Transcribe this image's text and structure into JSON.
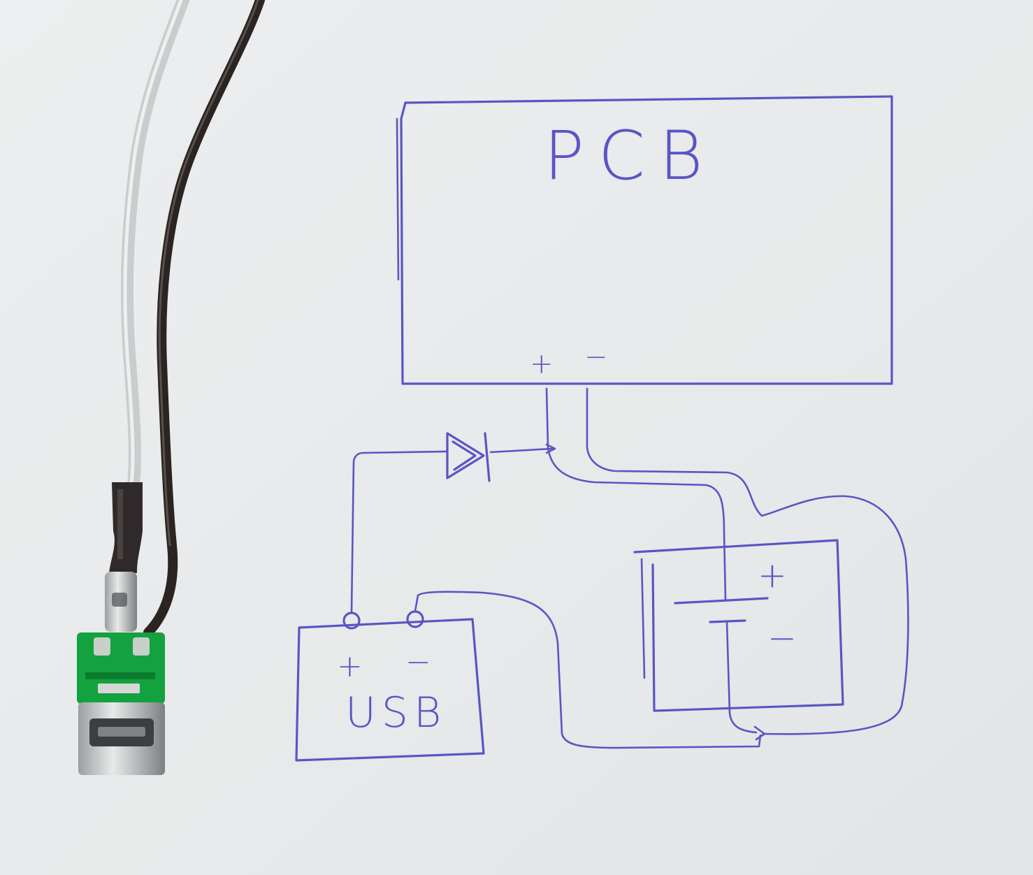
{
  "paper_color": "#e9ebec",
  "ink_color": "#5a55c4",
  "diagram": {
    "pcb": {
      "label": "PCB",
      "plus": "+",
      "minus": "−"
    },
    "usb": {
      "label": "USB",
      "plus": "+",
      "minus": "−"
    },
    "battery": {
      "plus": "+",
      "minus": "−"
    },
    "diode": {
      "icon": "diode-icon"
    }
  },
  "photo": {
    "wires": [
      "white",
      "black"
    ],
    "wire_colors": {
      "white": "#cfd3d4",
      "black": "#2b2422"
    },
    "connector_icon": "micro-usb-board-icon",
    "board_color": "#13a23f"
  }
}
